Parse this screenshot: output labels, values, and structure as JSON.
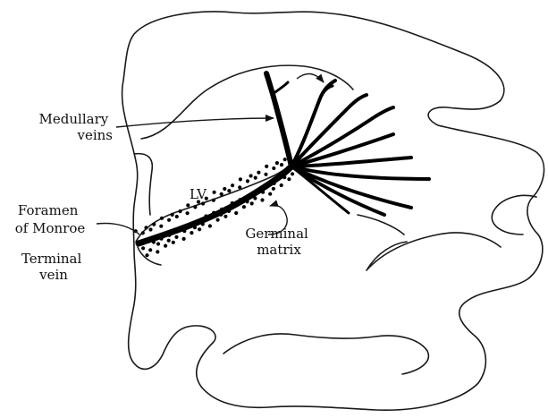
{
  "labels": {
    "medullary_veins": [
      "Medullary",
      "veins"
    ],
    "lateral_ventricle": "LV",
    "foramen_of_monroe": [
      "Foramen",
      "of Monroe"
    ],
    "terminal_vein": [
      "Terminal",
      "vein"
    ],
    "germinal_matrix": [
      "Germinal",
      "matrix"
    ]
  },
  "colors": {
    "ink": "#000000",
    "background": "#ffffff"
  }
}
